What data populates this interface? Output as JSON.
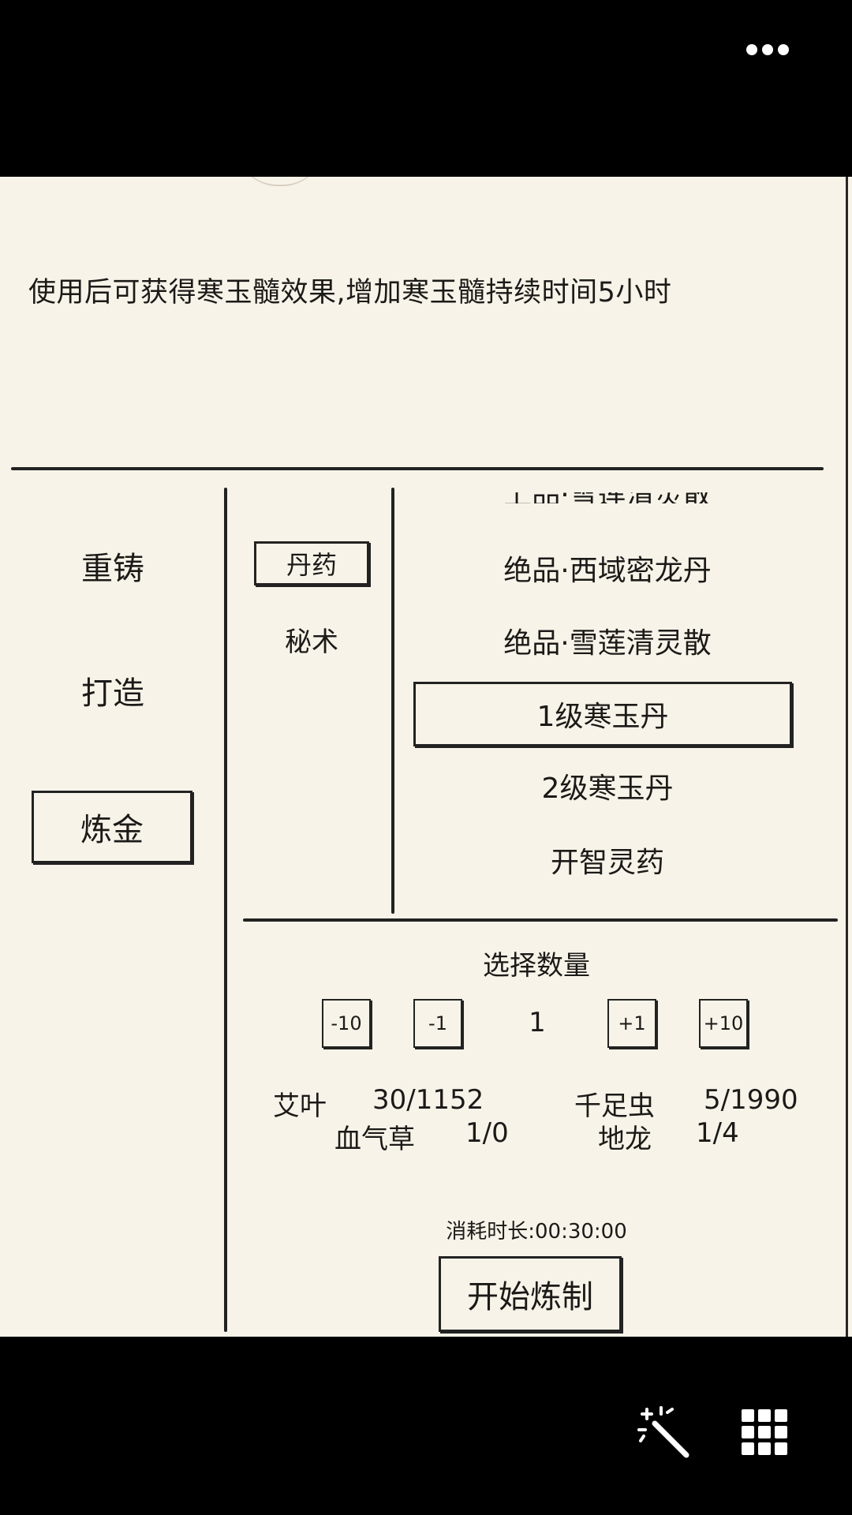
{
  "description": "使用后可获得寒玉髓效果,增加寒玉髓持续时间5小时",
  "tabs": [
    "重铸",
    "打造",
    "炼金"
  ],
  "categories": [
    "丹药",
    "秘术"
  ],
  "recipes": {
    "partial_top": "上品·雪莲清灵散",
    "items": [
      "绝品·西域密龙丹",
      "绝品·雪莲清灵散",
      "1级寒玉丹",
      "2级寒玉丹",
      "开智灵药"
    ],
    "selected": "1级寒玉丹"
  },
  "quantity": {
    "title": "选择数量",
    "value": "1",
    "buttons": [
      "-10",
      "-1",
      "+1",
      "+10"
    ]
  },
  "materials": [
    {
      "name": "艾叶",
      "amount": "30/1152"
    },
    {
      "name": "千足虫",
      "amount": "5/1990"
    },
    {
      "name": "血气草",
      "amount": "1/0"
    },
    {
      "name": "地龙",
      "amount": "1/4"
    }
  ],
  "time_cost": "消耗时长:00:30:00",
  "start_button": "开始炼制",
  "colors": {
    "paper": "#f7f3e8",
    "ink": "#1c1a18",
    "frame": "#000000"
  },
  "icons": {
    "more": "more-icon",
    "magic": "magic-wand-icon",
    "grid": "grid-icon"
  }
}
